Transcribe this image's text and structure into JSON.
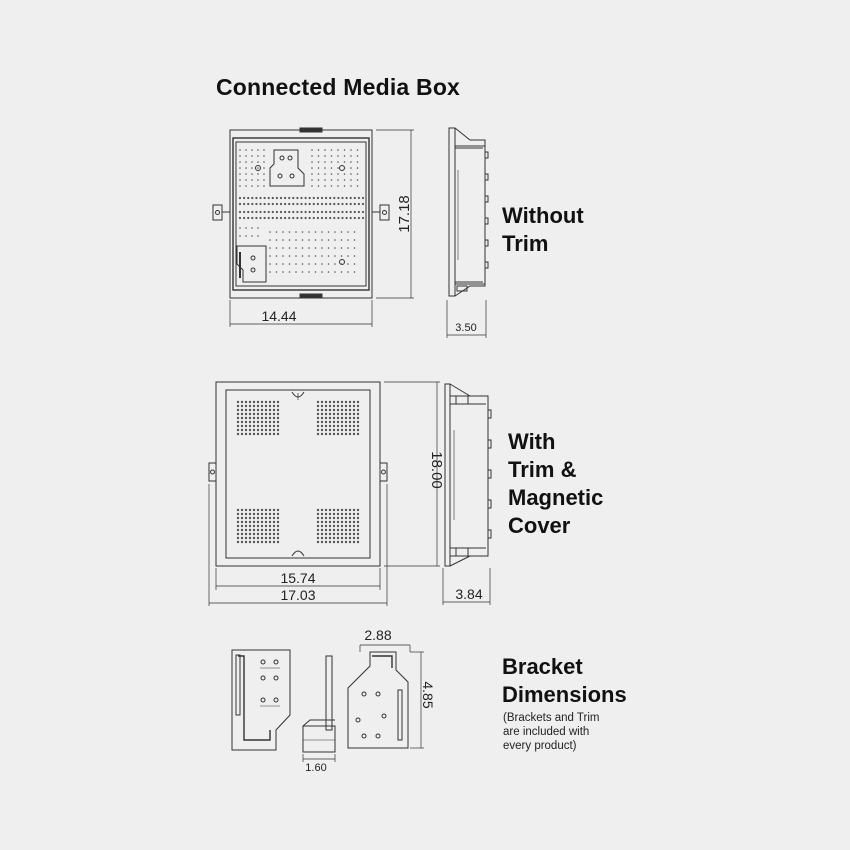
{
  "title": "Connected Media Box",
  "sections": {
    "without_trim": {
      "label_lines": [
        "Without",
        "Trim"
      ],
      "dims": {
        "width": "14.44",
        "height": "17.18",
        "depth": "3.50"
      }
    },
    "with_trim": {
      "label_lines": [
        "With",
        "Trim &",
        "Magnetic",
        "Cover"
      ],
      "dims": {
        "inner_width": "15.74",
        "outer_width": "17.03",
        "height": "18.00",
        "depth": "3.84"
      }
    },
    "brackets": {
      "label_lines": [
        "Bracket",
        "Dimensions"
      ],
      "note_lines": [
        "(Brackets and Trim",
        "are included with",
        "every product)"
      ],
      "dims": {
        "width": "2.88",
        "height": "4.85",
        "depth": "1.60"
      }
    }
  },
  "colors": {
    "background": "#efefef",
    "line": "#333333",
    "text": "#111111"
  }
}
